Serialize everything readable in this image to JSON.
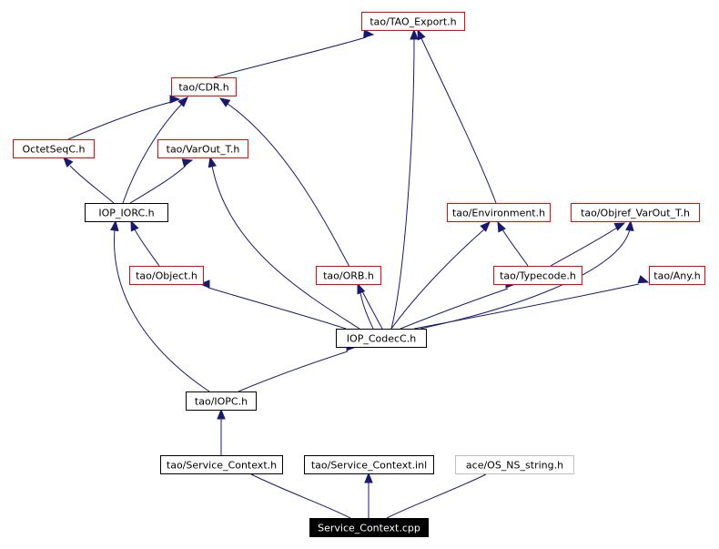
{
  "colors": {
    "edge": "#191970",
    "external_border": "#ff0000",
    "documented_border": "#000000",
    "undocumented_border": "#bfbfbf",
    "selected_fill": "#000000",
    "selected_text": "#ffffff"
  },
  "nodes": {
    "tao_export": "tao/TAO_Export.h",
    "tao_cdr": "tao/CDR.h",
    "octetseqc": "OctetSeqC.h",
    "tao_varout": "tao/VarOut_T.h",
    "iop_iorc": "IOP_IORC.h",
    "tao_environment": "tao/Environment.h",
    "tao_objref_varout": "tao/Objref_VarOut_T.h",
    "tao_object": "tao/Object.h",
    "tao_orb": "tao/ORB.h",
    "tao_typecode": "tao/Typecode.h",
    "tao_any": "tao/Any.h",
    "iop_codecc": "IOP_CodecC.h",
    "tao_iopc": "tao/IOPC.h",
    "tao_service_context_h": "tao/Service_Context.h",
    "tao_service_context_inl": "tao/Service_Context.inl",
    "ace_os_ns_string": "ace/OS_NS_string.h",
    "service_context_cpp": "Service_Context.cpp"
  }
}
